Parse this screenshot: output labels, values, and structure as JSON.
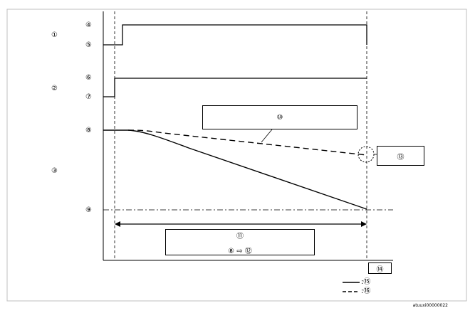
{
  "labels": {
    "row1": "①",
    "row2": "②",
    "row3": "③",
    "v4": "④",
    "v5": "⑤",
    "v6": "⑥",
    "v7": "⑦",
    "v8": "⑧",
    "v9": "⑨",
    "v14": "⑭"
  },
  "boxes": {
    "b10": "⑩",
    "b11_top": "⑪",
    "b11_from": "⑧",
    "b11_arrow": "⇨",
    "b11_to": "⑫",
    "b13": "⑬"
  },
  "legend": {
    "solid": ":⑮",
    "dashed": ":⑯"
  },
  "footer": "atuuxi00000022",
  "colors": {
    "line": "#000000",
    "frame": "#bfbfbf",
    "background": "#ffffff"
  }
}
